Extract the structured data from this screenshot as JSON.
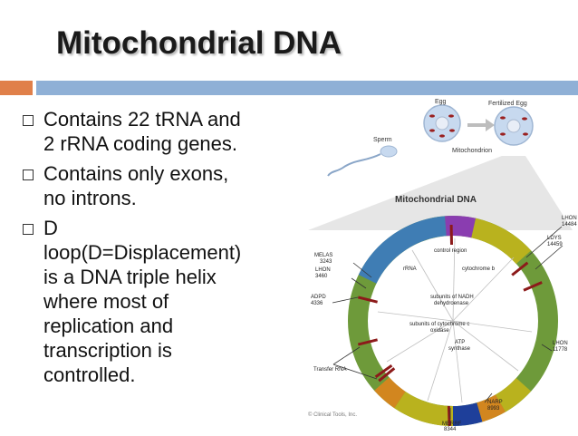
{
  "slide": {
    "title": "Mitochondrial DNA",
    "bullets": [
      "Contains 22 tRNA and\n2 rRNA coding genes.",
      "Contains only exons,\nno introns.",
      "D\nloop(D=Displacement)\nis a DNA triple helix\nwhere most of\nreplication and\ntranscription is\ncontrolled."
    ]
  },
  "figure": {
    "egg_label": "Egg",
    "fertilized_label": "Fertilized Egg",
    "sperm_label": "Sperm",
    "mitochondrion_label": "Mitochondrion",
    "map_title": "Mitochondrial DNA",
    "inner_labels": {
      "control_region": "control region",
      "rrna": "rRNA",
      "cytochrome_b": "cytochrome b",
      "nadh_1": "subunits of NADH",
      "nadh_2": "dehydroenase",
      "cytc_1": "subunits of cytochrome c",
      "cytc_2": "oxidase",
      "atp_1": "ATP",
      "atp_2": "synthase"
    },
    "outer_labels": {
      "lhon1_a": "LHON",
      "lhon1_b": "14484",
      "ldys_a": "LDYS",
      "ldys_b": "14459",
      "melas_a": "MELAS",
      "melas_b": "3243",
      "lhon2_a": "LHON",
      "lhon2_b": "3460",
      "adpd_a": "ADPD",
      "adpd_b": "4336",
      "lhon3_a": "LHON",
      "lhon3_b": "11778",
      "transfer_rna": "Transfer RNA",
      "narp_a": "NARP",
      "narp_b": "8993",
      "merrf_a": "MERRF",
      "merrf_b": "8344"
    },
    "credit": "© Clinical Tools, Inc.",
    "colors": {
      "ring_green": "#6e9a3a",
      "ring_blue": "#3f7db4",
      "ring_purple": "#8a3db0",
      "ring_yellow": "#b9b21e",
      "ring_orange": "#d2861f",
      "ring_navy": "#1e3f9a",
      "marker_red": "#8c1a1a"
    }
  }
}
